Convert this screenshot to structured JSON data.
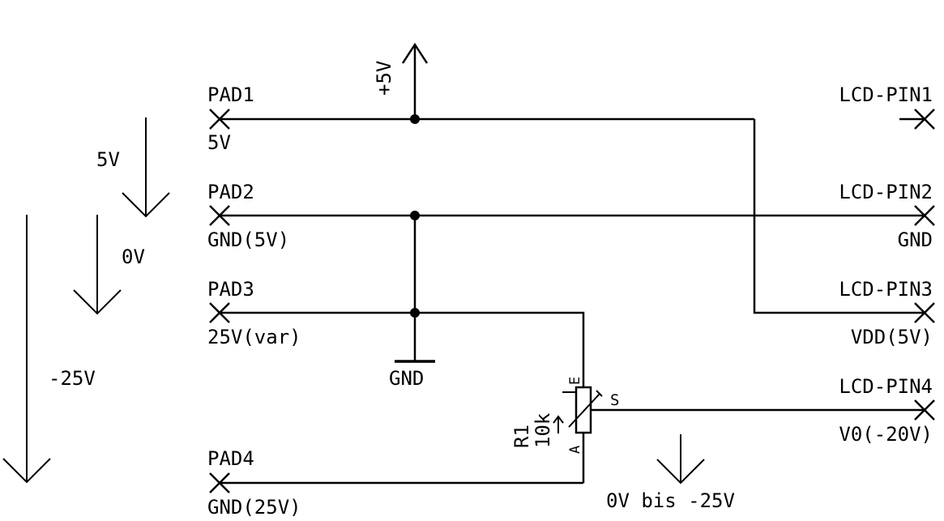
{
  "pads": {
    "pad1": {
      "name": "PAD1",
      "label": "5V"
    },
    "pad2": {
      "name": "PAD2",
      "label": "GND(5V)"
    },
    "pad3": {
      "name": "PAD3",
      "label": "25V(var)"
    },
    "pad4": {
      "name": "PAD4",
      "label": "GND(25V)"
    }
  },
  "lcd_pins": {
    "pin1": {
      "name": "LCD-PIN1",
      "label": ""
    },
    "pin2": {
      "name": "LCD-PIN2",
      "label": "GND"
    },
    "pin3": {
      "name": "LCD-PIN3",
      "label": "VDD(5V)"
    },
    "pin4": {
      "name": "LCD-PIN4",
      "label": "V0(-20V)"
    }
  },
  "supply": {
    "label": "+5V"
  },
  "ground": {
    "label": "GND"
  },
  "potentiometer": {
    "name": "R1",
    "value": "10k",
    "pin_e": "E",
    "pin_a": "A",
    "pin_s": "S"
  },
  "voltage_arrows": {
    "v5": "5V",
    "v0": "0V",
    "v_neg25": "-25V",
    "v_range": "0V bis -25V"
  }
}
